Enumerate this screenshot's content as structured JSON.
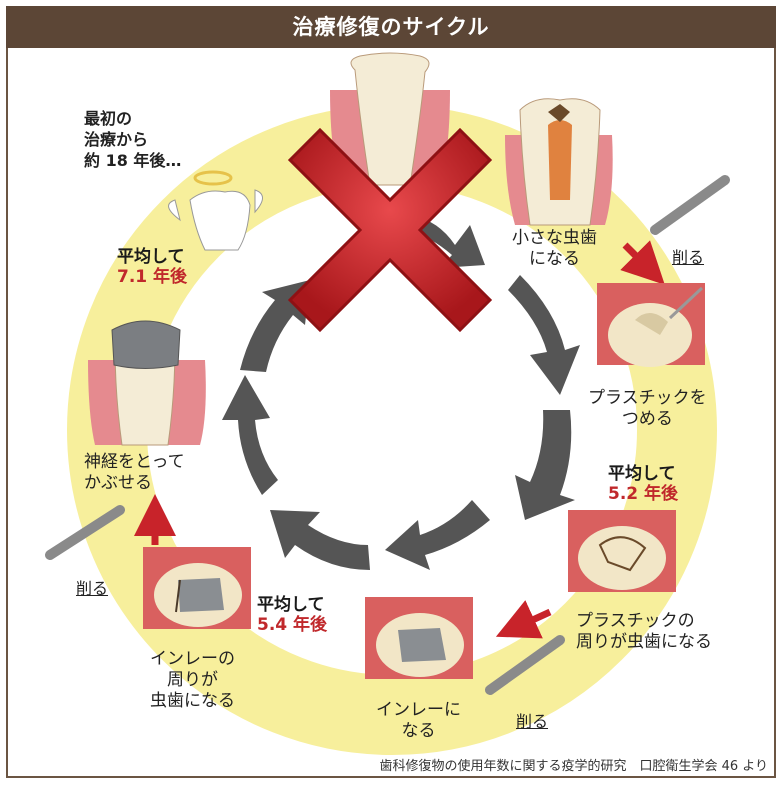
{
  "title": "治療修復のサイクル",
  "first_treatment": [
    "最初の",
    "治療から",
    "約 18 年後…"
  ],
  "steps": {
    "small_cavity": [
      "小さな虫歯",
      "になる"
    ],
    "plastic_fill": [
      "プラスチックを",
      "つめる"
    ],
    "plastic_cavity": [
      "プラスチックの",
      "周りが虫歯になる"
    ],
    "inlay": [
      "インレーに",
      "なる"
    ],
    "inlay_cavity": [
      "インレーの",
      "周りが",
      "虫歯になる"
    ],
    "crown": [
      "神経をとって",
      "かぶせる"
    ]
  },
  "averages": {
    "avg_52": [
      "平均して",
      "5.2 年後"
    ],
    "avg_54": [
      "平均して",
      "5.4 年後"
    ],
    "avg_71": [
      "平均して",
      "7.1 年後"
    ]
  },
  "cut_label": "削る",
  "source": "歯科修復物の使用年数に関する疫学的研究　口腔衛生学会 46 より",
  "colors": {
    "title_bar": "#5c4636",
    "ring": "#f7ef9c",
    "arrow_gray": "#555555",
    "red_arrow": "#c8232a",
    "x_mark": "#cc2226",
    "gum": "#e58a8f",
    "tooth": "#f4ecd6"
  }
}
